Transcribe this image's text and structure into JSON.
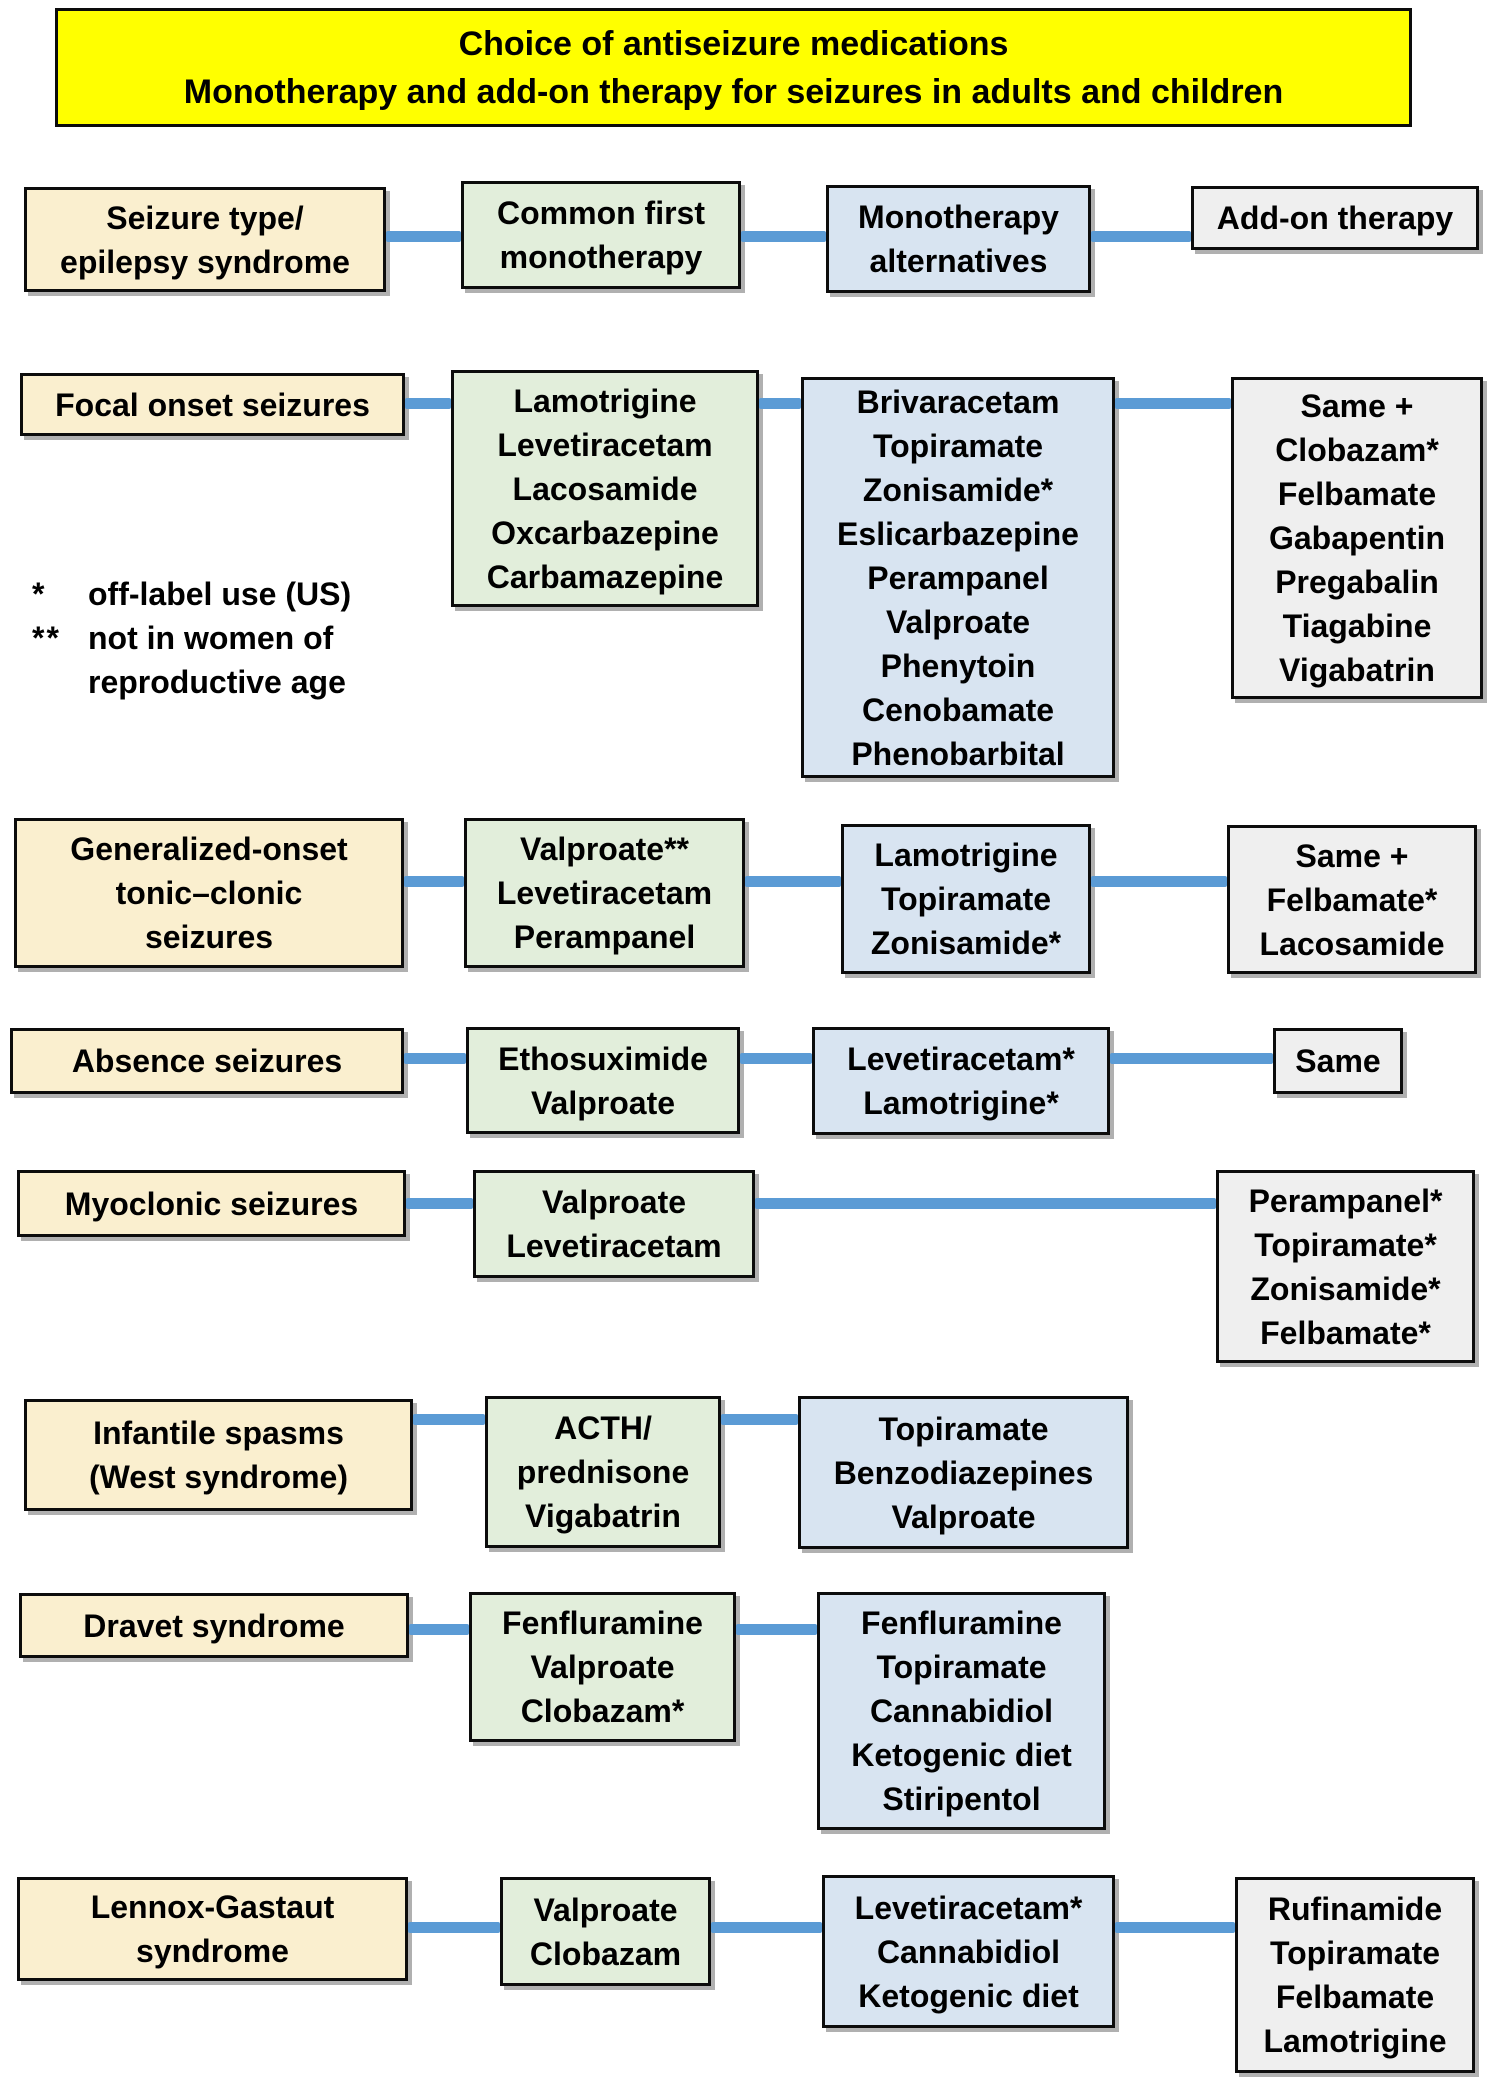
{
  "title": {
    "lines": [
      "Choice of antiseizure medications",
      "Monotherapy and add-on therapy for seizures in adults and children"
    ]
  },
  "header": {
    "seizure_type": [
      "Seizure type/",
      "epilepsy syndrome"
    ],
    "first_monotherapy": [
      "Common first",
      "monotherapy"
    ],
    "monotherapy_alternatives": [
      "Monotherapy",
      "alternatives"
    ],
    "addon_therapy": [
      "Add-on therapy"
    ]
  },
  "footnotes": [
    {
      "marker": "*",
      "lines": [
        "off-label use (US)"
      ]
    },
    {
      "marker": "**",
      "lines": [
        "not in women of",
        "reproductive age"
      ]
    }
  ],
  "rows": [
    {
      "seizure": [
        "Focal onset seizures"
      ],
      "first": [
        "Lamotrigine",
        "Levetiracetam",
        "Lacosamide",
        "Oxcarbazepine",
        "Carbamazepine"
      ],
      "alt": [
        "Brivaracetam",
        "Topiramate",
        "Zonisamide*",
        "Eslicarbazepine",
        "Perampanel",
        "Valproate",
        "Phenytoin",
        "Cenobamate",
        "Phenobarbital"
      ],
      "addon": [
        "Same +",
        "Clobazam*",
        "Felbamate",
        "Gabapentin",
        "Pregabalin",
        "Tiagabine",
        "Vigabatrin"
      ]
    },
    {
      "seizure": [
        "Generalized-onset",
        "tonic–clonic",
        "seizures"
      ],
      "first": [
        "Valproate**",
        "Levetiracetam",
        "Perampanel"
      ],
      "alt": [
        "Lamotrigine",
        "Topiramate",
        "Zonisamide*"
      ],
      "addon": [
        "Same +",
        "Felbamate*",
        "Lacosamide"
      ]
    },
    {
      "seizure": [
        "Absence seizures"
      ],
      "first": [
        "Ethosuximide",
        "Valproate"
      ],
      "alt": [
        "Levetiracetam*",
        "Lamotrigine*"
      ],
      "addon": [
        "Same"
      ]
    },
    {
      "seizure": [
        "Myoclonic seizures"
      ],
      "first": [
        "Valproate",
        "Levetiracetam"
      ],
      "addon": [
        "Perampanel*",
        "Topiramate*",
        "Zonisamide*",
        "Felbamate*"
      ]
    },
    {
      "seizure": [
        "Infantile spasms",
        "(West syndrome)"
      ],
      "first": [
        "ACTH/",
        "prednisone",
        "Vigabatrin"
      ],
      "alt": [
        "Topiramate",
        "Benzodiazepines",
        "Valproate"
      ]
    },
    {
      "seizure": [
        "Dravet syndrome"
      ],
      "first": [
        "Fenfluramine",
        "Valproate",
        "Clobazam*"
      ],
      "alt": [
        "Fenfluramine",
        "Topiramate",
        "Cannabidiol",
        "Ketogenic diet",
        "Stiripentol"
      ]
    },
    {
      "seizure": [
        "Lennox-Gastaut",
        "syndrome"
      ],
      "first": [
        "Valproate",
        "Clobazam"
      ],
      "alt": [
        "Levetiracetam*",
        "Cannabidiol",
        "Ketogenic diet"
      ],
      "addon": [
        "Rufinamide",
        "Topiramate",
        "Felbamate",
        "Lamotrigine"
      ]
    }
  ],
  "colors": {
    "title_bg": "#FFFF00",
    "seizure_type_bg": "#FAEFCF",
    "first_monotherapy_bg": "#E2EEDB",
    "alternatives_bg": "#D8E4F1",
    "addon_bg": "#EFEFEF",
    "connector": "#5B9BD5",
    "border": "#0C0C0C"
  }
}
